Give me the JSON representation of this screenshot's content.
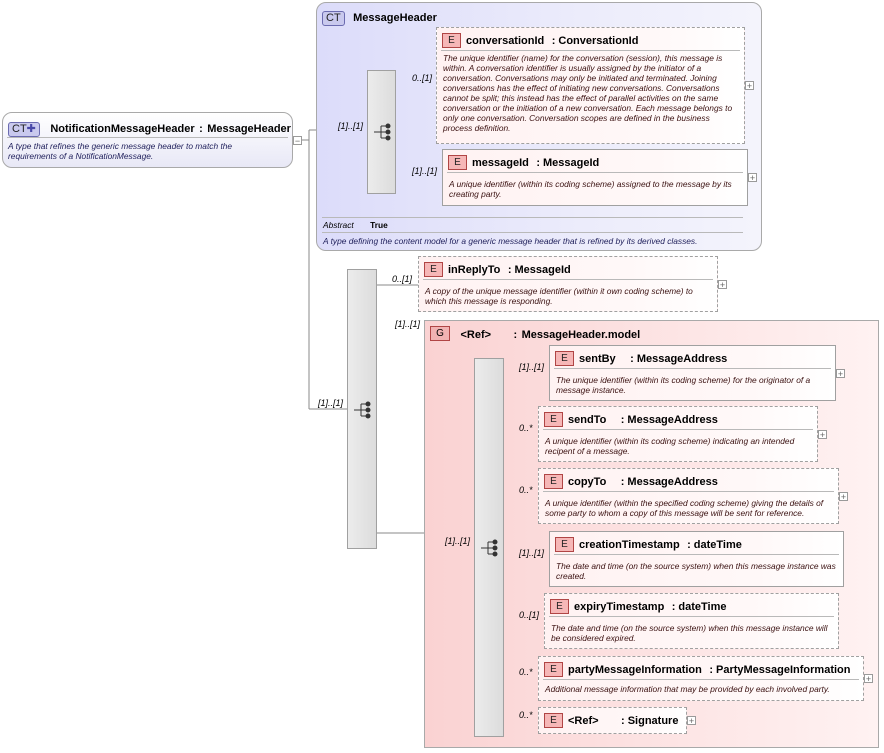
{
  "root": {
    "tag": "CT",
    "name": "NotificationMessageHeader",
    "type": "MessageHeader",
    "doc": "A type that refines the generic message header to match the requirements of a NotificationMessage."
  },
  "header_type": {
    "tag": "CT",
    "name": "MessageHeader",
    "abstract_label": "Abstract",
    "abstract_value": "True",
    "doc": "A type defining the content model for a generic message header that is refined by its derived classes."
  },
  "elements": {
    "conversationId": {
      "tag": "E",
      "name": "conversationId",
      "type": "ConversationId",
      "card": "0..[1]",
      "doc": "The unique identifier (name) for the conversation (session), this message is within. A conversation identifier is usually assigned by the initiator of a conversation. Conversations may only be initiated and terminated. Joining conversations has the effect of initiating new conversations. Conversations cannot be split; this instead has the effect of parallel activities on the same conversation or the initiation of a new conversation. Each message belongs to only one conversation. Conversation scopes are defined in the business process definition."
    },
    "messageId": {
      "tag": "E",
      "name": "messageId",
      "type": "MessageId",
      "card": "[1]..[1]",
      "doc": "A unique identifier (within its coding scheme) assigned to the message by its creating party."
    },
    "inReplyTo": {
      "tag": "E",
      "name": "inReplyTo",
      "type": "MessageId",
      "card": "0..[1]",
      "doc": "A copy of the unique message identifier (within it own coding scheme) to which this message is responding."
    },
    "sentBy": {
      "tag": "E",
      "name": "sentBy",
      "type": "MessageAddress",
      "card": "[1]..[1]",
      "doc": "The unique identifier (within its coding scheme) for the originator of a message instance."
    },
    "sendTo": {
      "tag": "E",
      "name": "sendTo",
      "type": "MessageAddress",
      "card": "0..*",
      "doc": "A unique identifier (within its coding scheme) indicating an intended recipent of a message."
    },
    "copyTo": {
      "tag": "E",
      "name": "copyTo",
      "type": "MessageAddress",
      "card": "0..*",
      "doc": "A unique identifier (within the specified coding scheme) giving the details of some party to whom a copy of this message will be sent for reference."
    },
    "creationTimestamp": {
      "tag": "E",
      "name": "creationTimestamp",
      "type": "dateTime",
      "card": "[1]..[1]",
      "doc": "The date and time (on the source system) when this message instance was created."
    },
    "expiryTimestamp": {
      "tag": "E",
      "name": "expiryTimestamp",
      "type": "dateTime",
      "card": "0..[1]",
      "doc": "The date and time (on the source system) when this message instance will be considered expired."
    },
    "partyMessageInformation": {
      "tag": "E",
      "name": "partyMessageInformation",
      "type": "PartyMessageInformation",
      "card": "0..*",
      "doc": "Additional message information that may be provided by each involved party."
    },
    "signature": {
      "tag": "E",
      "name": "<Ref>",
      "type": "Signature",
      "card": "0..*"
    }
  },
  "group": {
    "tag": "G",
    "name": "<Ref>",
    "type": "MessageHeader.model",
    "card": "[1]..[1]"
  },
  "cards": {
    "root_to_header": "[1]..[1]",
    "root_to_seq2": "[1]..[1]",
    "seq2_to_group_seq": "[1]..[1]"
  },
  "symbols": {
    "expand": "+",
    "collapse": "−",
    "type_sep": ":"
  }
}
